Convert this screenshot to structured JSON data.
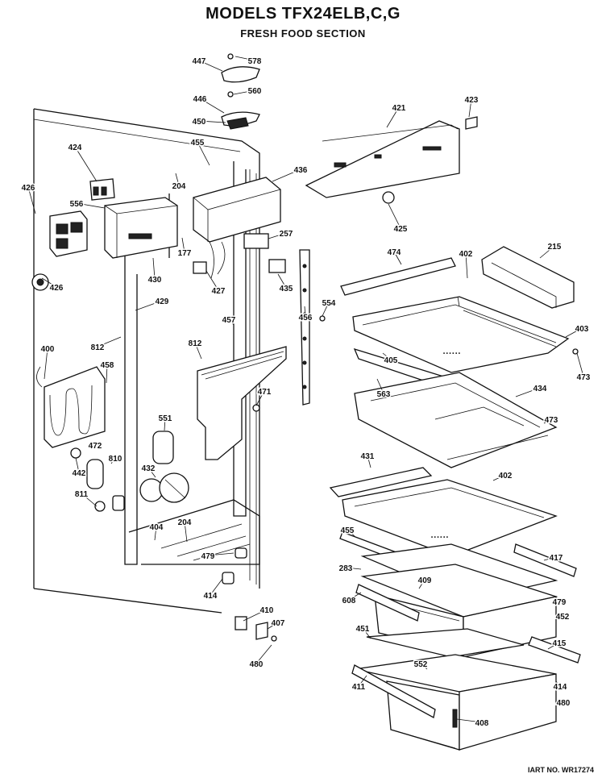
{
  "title": "MODELS TFX24ELB,C,G",
  "subtitle": "FRESH FOOD SECTION",
  "art_number": "IART NO. WR17274",
  "callouts": [
    "447",
    "578",
    "560",
    "446",
    "450",
    "421",
    "423",
    "424",
    "455",
    "204",
    "436",
    "426",
    "556",
    "257",
    "425",
    "474",
    "402",
    "215",
    "177",
    "430",
    "427",
    "435",
    "554",
    "426",
    "429",
    "457",
    "456",
    "403",
    "400",
    "812",
    "458",
    "812",
    "405",
    "473",
    "471",
    "551",
    "563",
    "434",
    "473",
    "472",
    "810",
    "432",
    "442",
    "811",
    "431",
    "402",
    "404",
    "204",
    "455",
    "417",
    "479",
    "283",
    "409",
    "414",
    "608",
    "479",
    "410",
    "452",
    "407",
    "451",
    "415",
    "480",
    "552",
    "414",
    "411",
    "480",
    "408",
    "409"
  ]
}
